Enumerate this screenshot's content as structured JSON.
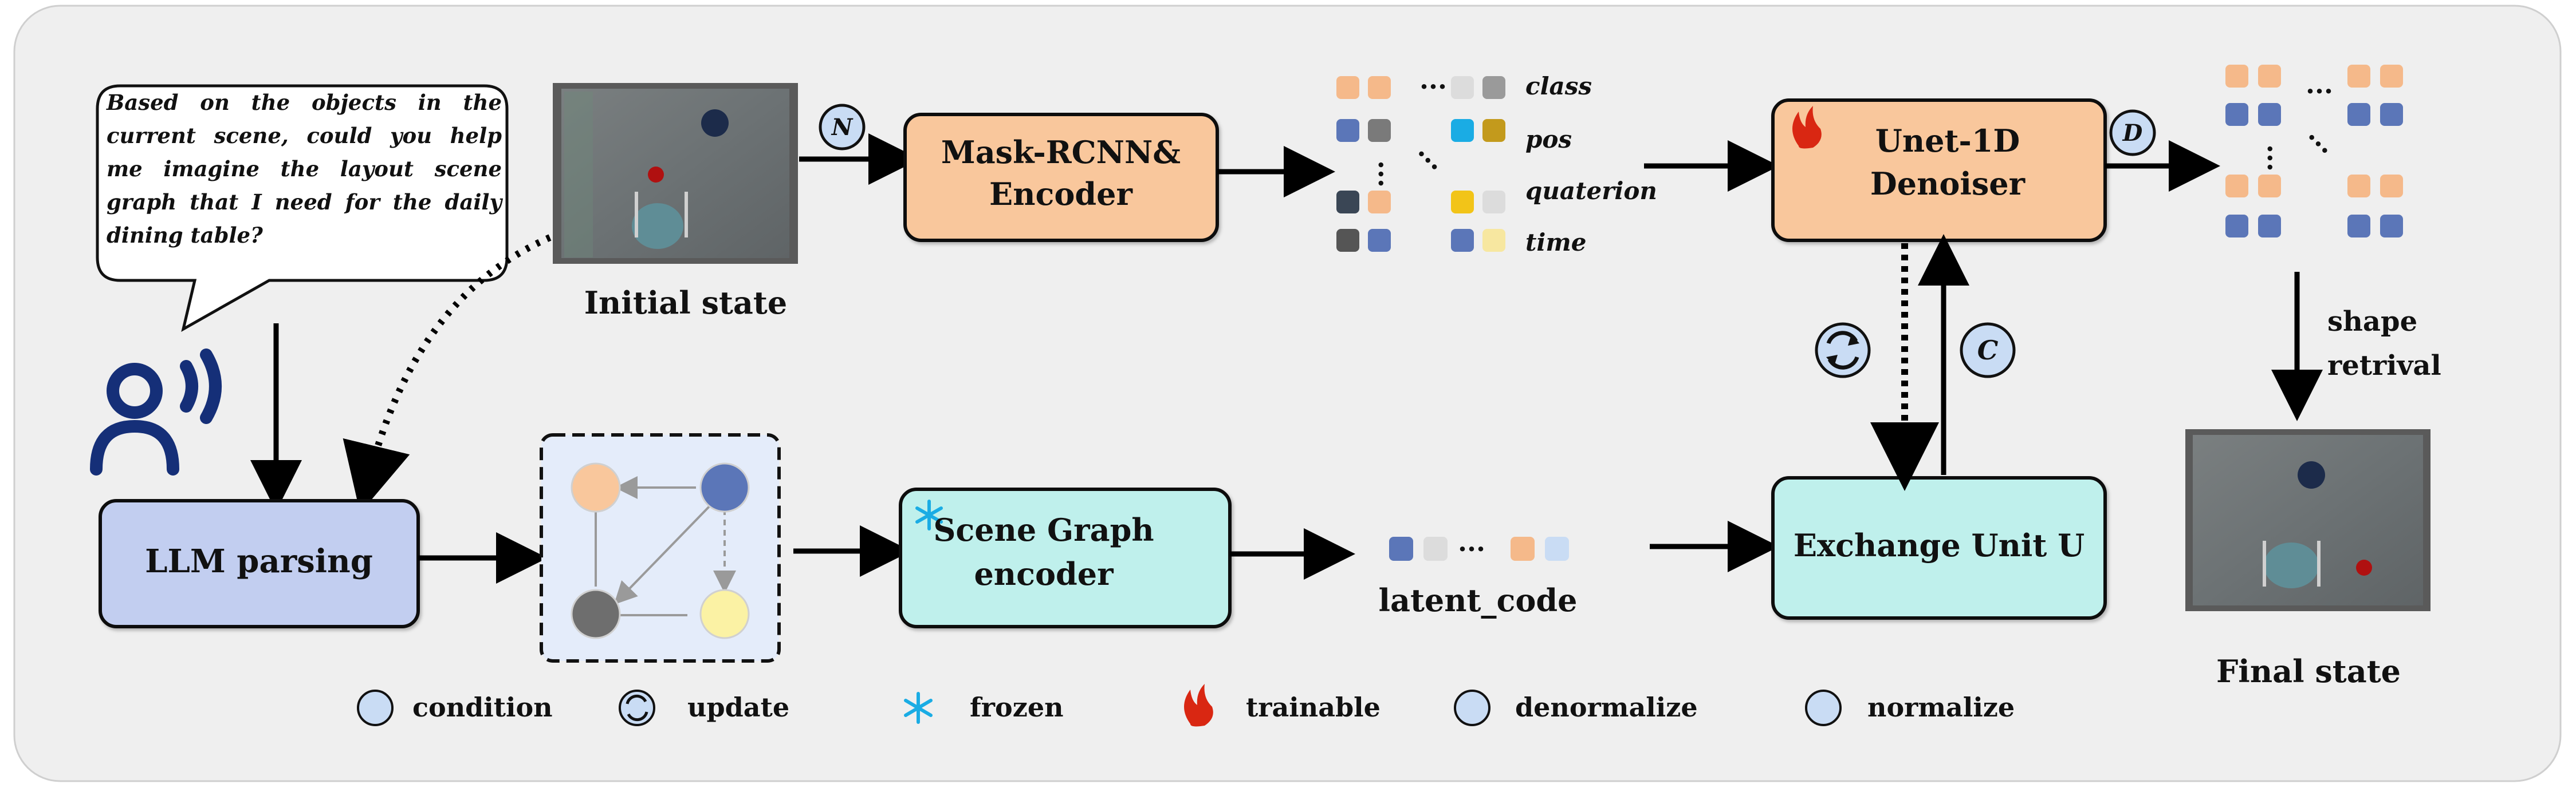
{
  "prompt_text": "Based on the objects in the current scene, could you help me imagine the layout scene graph that I need for the daily dining table?",
  "initial_state_label": "Initial state",
  "final_state_label": "Final state",
  "mask_rcnn_label_1": "Mask-RCNN&",
  "mask_rcnn_label_2": "Encoder",
  "unet_label_1": "Unet-1D",
  "unet_label_2": "Denoiser",
  "llm_label": "LLM parsing",
  "sg_encoder_label_1": "Scene Graph",
  "sg_encoder_label_2": "encoder",
  "exchange_label": "Exchange Unit U",
  "latent_label": "latent_code",
  "shape_retrival_1": "shape",
  "shape_retrival_2": "retrival",
  "feature_labels": [
    "class",
    "pos",
    "quaterion",
    "time"
  ],
  "badges": {
    "normalize": "N",
    "denormalize": "D",
    "condition": "C"
  },
  "legend": [
    {
      "icon": "condition-icon",
      "label": "condition"
    },
    {
      "icon": "update-icon",
      "label": "update"
    },
    {
      "icon": "frozen-icon",
      "label": "frozen"
    },
    {
      "icon": "trainable-icon",
      "label": "trainable"
    },
    {
      "icon": "denormalize-icon",
      "label": "denormalize"
    },
    {
      "icon": "normalize-icon",
      "label": "normalize"
    }
  ],
  "colors": {
    "orange_box": "#f9c79c",
    "cyan_box": "#bff0ec",
    "blue_box": "#c2cef0",
    "graph_bg": "#e4ecfa",
    "badge": "#c9dcf4",
    "token_orange": "#f5b98a",
    "token_blue": "#5b76b8",
    "token_gray": "#7a7a7a",
    "token_light": "#dcdcdc",
    "token_cyan": "#1aace4",
    "token_gold": "#c39a1c",
    "token_yellow": "#f2c418",
    "token_pale_yellow": "#f7e7a0",
    "token_dark": "#3a4655",
    "person_icon": "#152f78"
  }
}
